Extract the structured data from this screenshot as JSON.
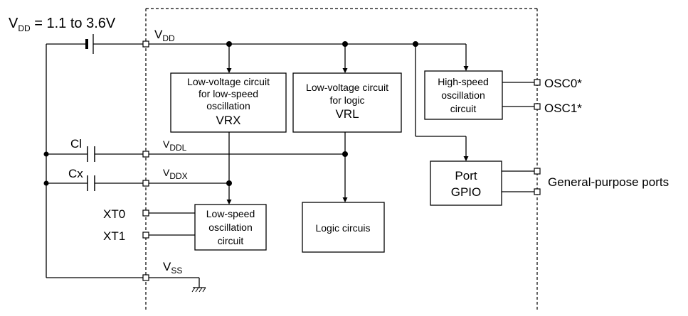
{
  "supply_label": {
    "main": "V",
    "sub": "DD",
    "rest": " = 1.1 to 3.6V"
  },
  "rails": {
    "vdd": {
      "main": "V",
      "sub": "DD"
    },
    "vddl": {
      "main": "V",
      "sub": "DDL"
    },
    "vddx": {
      "main": "V",
      "sub": "DDX"
    },
    "vss": {
      "main": "V",
      "sub": "SS"
    }
  },
  "capacitors": {
    "cl": "Cl",
    "cx": "Cx"
  },
  "blocks": {
    "vrx_circuit": [
      "Low-voltage circuit",
      "for low-speed",
      "oscillation",
      "VRX"
    ],
    "vrl_circuit": [
      "Low-voltage circuit",
      "for logic",
      "VRL"
    ],
    "hs_osc": [
      "High-speed",
      "oscillation",
      "circuit"
    ],
    "port": [
      "Port",
      "GPIO"
    ],
    "ls_osc": [
      "Low-speed",
      "oscillation",
      "circuit"
    ],
    "logic": "Logic circuis"
  },
  "pins": {
    "osc0": "OSC0*",
    "osc1": "OSC1*",
    "xt0": "XT0",
    "xt1": "XT1",
    "gpio": "General-purpose ports"
  }
}
